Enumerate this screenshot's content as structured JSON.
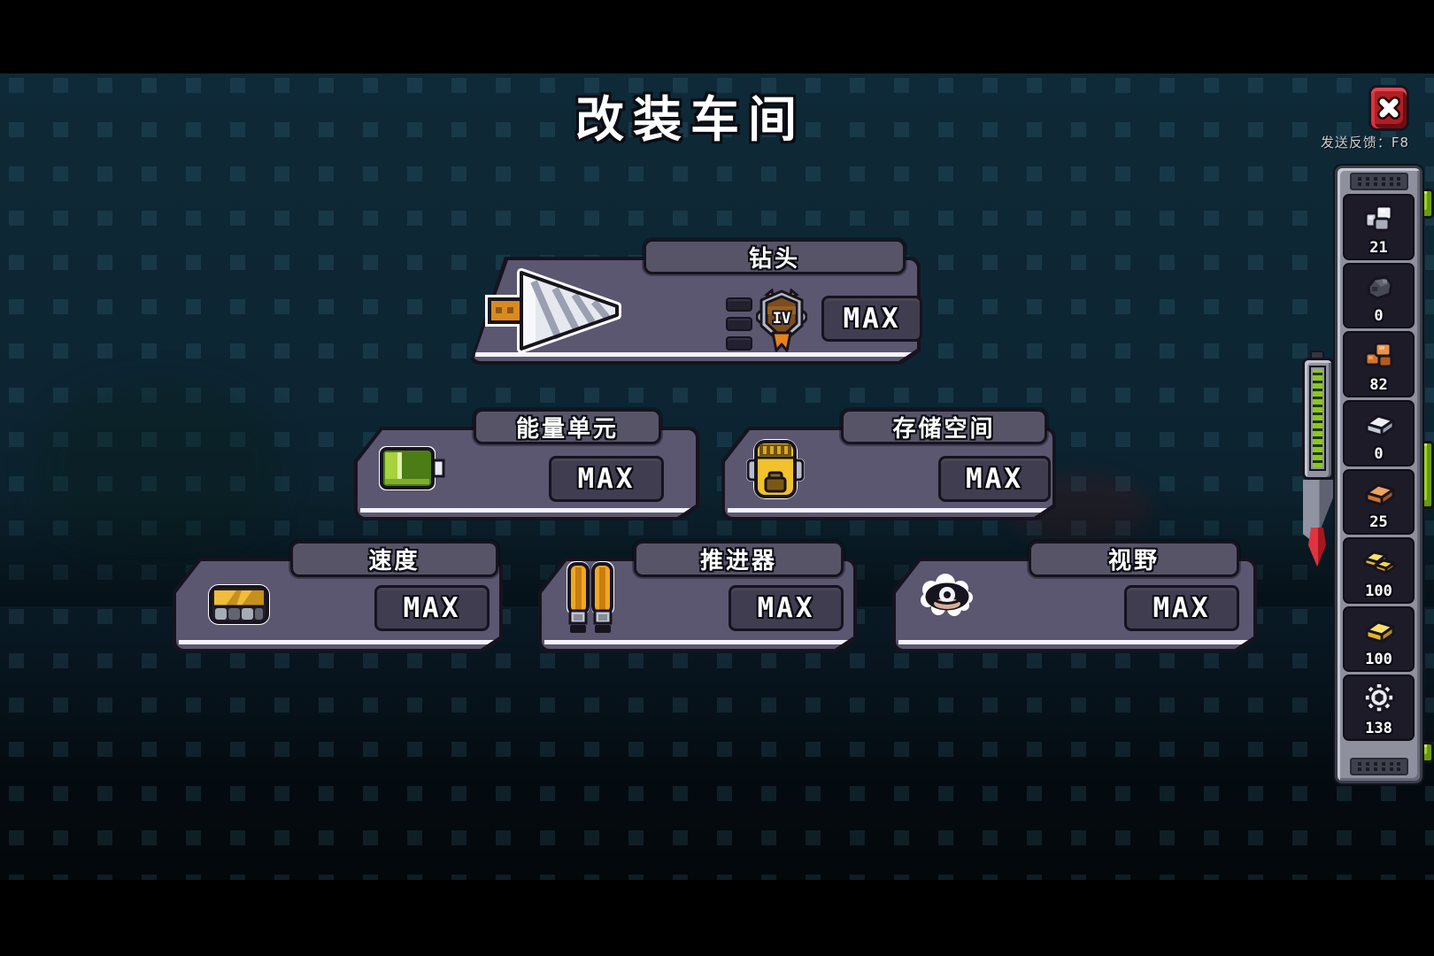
{
  "window": {
    "title": "改装车间",
    "feedback_hint": "发送反馈：F8"
  },
  "upgrades": [
    {
      "id": "drill",
      "label": "钻头",
      "level_badge": "IV",
      "action_label": "MAX"
    },
    {
      "id": "energy",
      "label": "能量单元",
      "action_label": "MAX"
    },
    {
      "id": "storage",
      "label": "存储空间",
      "action_label": "MAX"
    },
    {
      "id": "speed",
      "label": "速度",
      "action_label": "MAX"
    },
    {
      "id": "thruster",
      "label": "推进器",
      "action_label": "MAX"
    },
    {
      "id": "vision",
      "label": "视野",
      "action_label": "MAX"
    }
  ],
  "resources": [
    {
      "name": "stone-ore",
      "count": "21"
    },
    {
      "name": "coal",
      "count": "0"
    },
    {
      "name": "copper-ore",
      "count": "82"
    },
    {
      "name": "iron-ingot",
      "count": "0"
    },
    {
      "name": "copper-ingot",
      "count": "25"
    },
    {
      "name": "gold-ore",
      "count": "100"
    },
    {
      "name": "gold-ingot",
      "count": "100"
    },
    {
      "name": "gear-scrap",
      "count": "138"
    }
  ],
  "colors": {
    "background": "#0d2533",
    "panel": "#5b5770",
    "panel_border": "#16131f",
    "max_button": "#413d50",
    "accent_green": "#9ccf2a",
    "gauge_green": "#8cc822",
    "close_red": "#b01e26"
  }
}
